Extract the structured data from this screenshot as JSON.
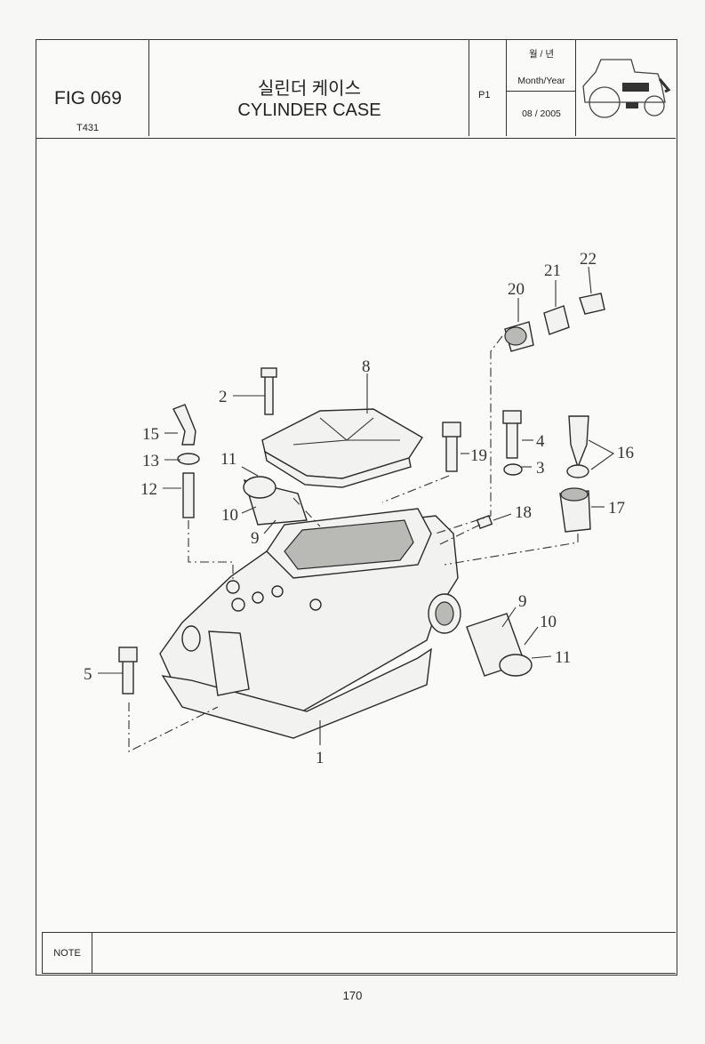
{
  "header": {
    "fig_label": "FIG 069",
    "model": "T431",
    "title_ko": "실린더 케이스",
    "title_en": "CYLINDER CASE",
    "page_code": "P1",
    "date_ko": "월 / 년",
    "date_en": "Month/Year",
    "date_value": "08 / 2005"
  },
  "callouts": [
    "1",
    "2",
    "3",
    "4",
    "5",
    "8",
    "9",
    "10",
    "11",
    "12",
    "13",
    "15",
    "16",
    "17",
    "18",
    "19",
    "20",
    "21",
    "22",
    "9",
    "10",
    "11"
  ],
  "note_label": "NOTE",
  "page_number": "170"
}
